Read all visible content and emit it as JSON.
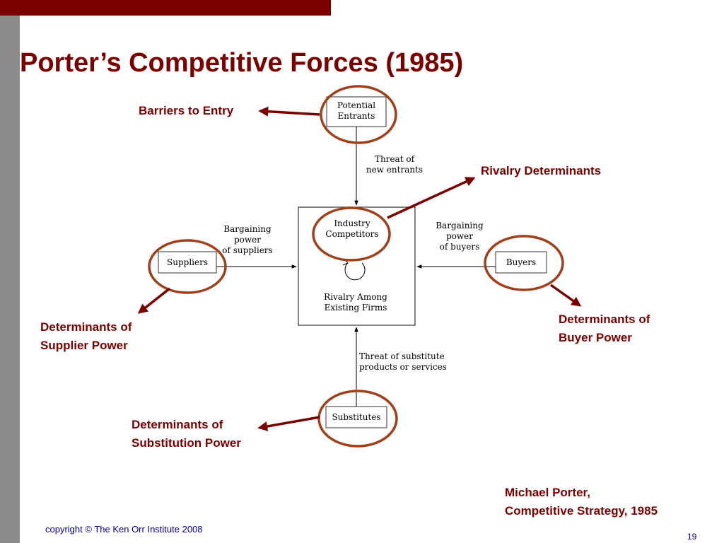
{
  "slide": {
    "title": "Porter’s Competitive Forces (1985)",
    "footer": "copyright © The Ken Orr Institute 2008",
    "page_number": "19"
  },
  "diagram": {
    "boxes": {
      "potential_entrants": [
        "Potential",
        "Entrants"
      ],
      "industry_competitors": [
        "Industry",
        "Competitors"
      ],
      "rivalry": [
        "Rivalry Among",
        "Existing Firms"
      ],
      "suppliers": "Suppliers",
      "buyers": "Buyers",
      "substitutes": "Substitutes"
    },
    "flows": {
      "threat_new_entrants": [
        "Threat of",
        "new entrants"
      ],
      "bargaining_suppliers": [
        "Bargaining",
        "power",
        "of suppliers"
      ],
      "bargaining_buyers": [
        "Bargaining",
        "power",
        "of buyers"
      ],
      "threat_substitutes": [
        "Threat of substitute",
        "products or services"
      ]
    }
  },
  "annotations": {
    "barriers": "Barriers to Entry",
    "rivalry": "Rivalry Determinants",
    "supplier": [
      "Determinants of",
      "Supplier Power"
    ],
    "buyer": [
      "Determinants of",
      "Buyer Power"
    ],
    "substitution": [
      "Determinants of",
      "Substitution Power"
    ],
    "citation": [
      "Michael Porter,",
      "Competitive Strategy, 1985"
    ]
  },
  "colors": {
    "accent": "#7a0000",
    "circle": "#a0401a",
    "side_bar": "#8c8c8c",
    "footer_text": "#00008b"
  }
}
